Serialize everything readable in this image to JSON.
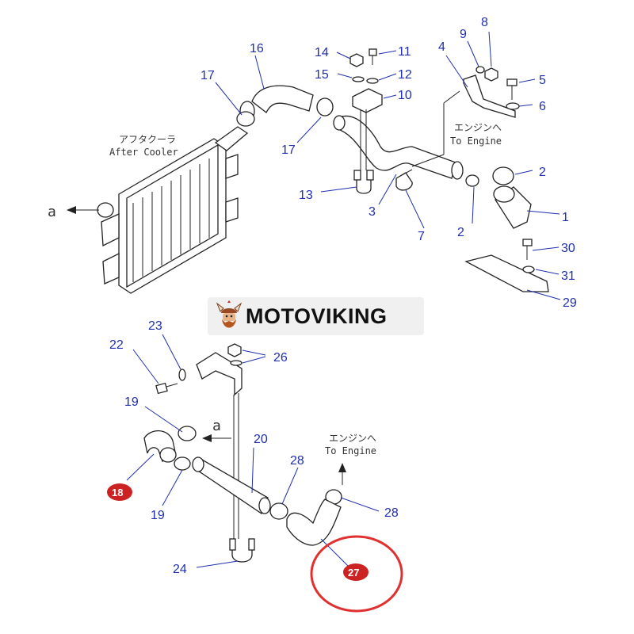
{
  "diagram": {
    "captions": {
      "after_cooler_jp": "アフタクーラ",
      "after_cooler_en": "After Cooler",
      "to_engine_jp": "エンジンへ",
      "to_engine_en": "To Engine",
      "arrow_marker": "a"
    },
    "part_numbers": [
      "1",
      "2",
      "3",
      "4",
      "5",
      "6",
      "7",
      "8",
      "9",
      "10",
      "11",
      "12",
      "13",
      "14",
      "15",
      "16",
      "17",
      "18",
      "19",
      "20",
      "22",
      "23",
      "24",
      "26",
      "27",
      "28",
      "29",
      "30",
      "31"
    ],
    "highlighted_parts": [
      "18",
      "27"
    ],
    "colors": {
      "label": "#1f2fb0",
      "highlight": "#cc2222",
      "circle": "#e03030",
      "line": "#222222"
    }
  },
  "watermark": {
    "text": "MOTOVIKING",
    "logo": "viking-head-icon"
  }
}
